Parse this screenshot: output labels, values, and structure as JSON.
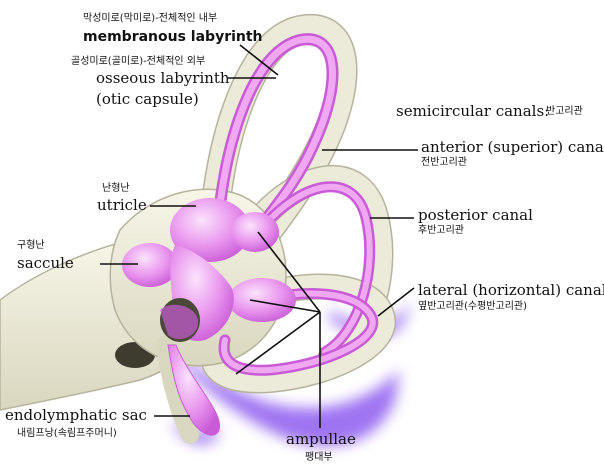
{
  "labels": {
    "membranous_ko": "막성미로(막미로)-전체적인 내부",
    "membranous_en": "membranous labyrinth",
    "osseous_ko": "골성미로(골미로)-전체적인 외부",
    "osseous_en": "osseous labyrinth",
    "otic_capsule": "(otic capsule)",
    "utricle_ko": "난형난",
    "utricle_en": "utricle",
    "saccule_ko": "구형난",
    "saccule_en": "saccule",
    "endolymphatic_en": "endolymphatic sac",
    "endolymphatic_ko": "내림프낭(속림프주머니)",
    "semicircular_en": "semicircular canals:",
    "semicircular_ko": "반고리관",
    "anterior_en": "anterior (superior) canal",
    "anterior_ko": "전반고리관",
    "posterior_en": "posterior canal",
    "posterior_ko": "후반고리관",
    "lateral_en": "lateral (horizontal) canal",
    "lateral_ko": "옆반고리관(수평반고리관)",
    "ampullae_en": "ampullae",
    "ampullae_ko": "팽대부"
  },
  "colors": {
    "bone": "#ecebd9",
    "bone_edge": "#b5b39c",
    "membrane": "#e07ce8",
    "membrane_light": "#f6c6f8",
    "shadow": "#8f5fe0",
    "leader": "#111111"
  }
}
